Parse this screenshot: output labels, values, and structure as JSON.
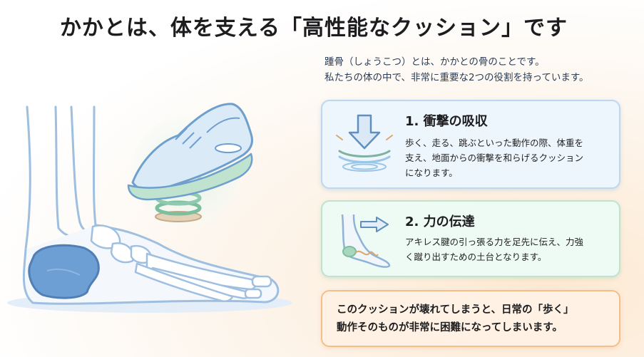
{
  "title": "かかとは、体を支える「高性能なクッション」です",
  "intro": [
    "踵骨（しょうこつ）とは、かかとの骨のことです。",
    "私たちの体の中で、非常に重要な2つの役割を持っています。"
  ],
  "cards": [
    {
      "title": "1. 衝撃の吸収",
      "lines": [
        "歩く、走る、跳ぶといった動作の際、体重を",
        "支え、地面からの衝撃を和らげるクッション",
        "になります。"
      ],
      "icon": "shock-absorb-icon",
      "accent": "#bcd7f0"
    },
    {
      "title": "2. 力の伝達",
      "lines": [
        "アキレス腱の引っ張る力を足先に伝え、力強",
        "く蹴り出すための土台となります。"
      ],
      "icon": "force-transfer-icon",
      "accent": "#bfe3cf"
    }
  ],
  "warning": {
    "lines": [
      "このクッションが壊れてしまうと、日常の「歩く」",
      "動作そのものが非常に困難になってしまいます。"
    ],
    "accent": "#f2bf8c"
  },
  "illustration": {
    "foot": "foot-bone-illustration",
    "shoe": "sneaker-icon",
    "spring": "spring-icon",
    "heel_color": "#6e9fd4"
  }
}
